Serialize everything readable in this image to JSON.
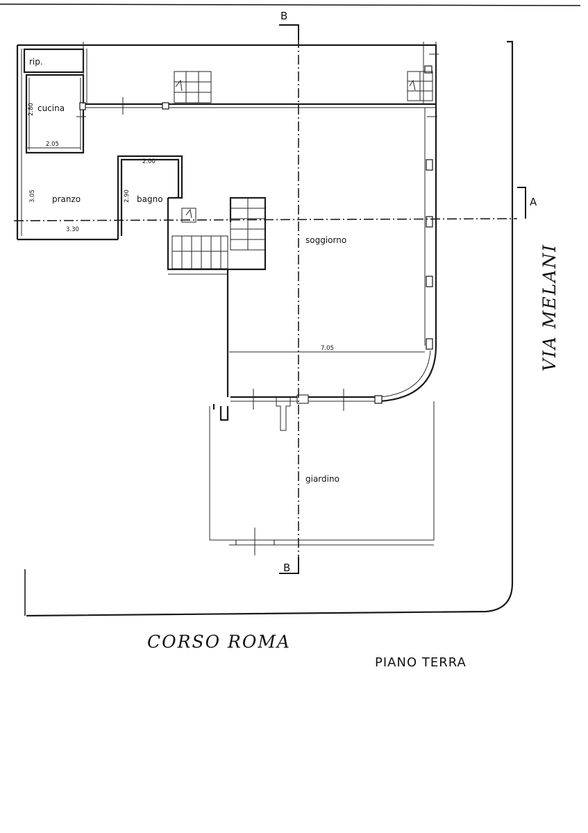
{
  "drawing": {
    "title": "PIANO TERRA",
    "streets": {
      "bottom": "CORSO ROMA",
      "right": "VIA MELANI"
    },
    "sections": {
      "a": "A",
      "b_top": "B",
      "b_bottom": "B"
    }
  },
  "rooms": {
    "rip": "rip.",
    "cucina": "cucina",
    "pranzo": "pranzo",
    "bagno": "bagno",
    "soggiorno": "soggiorno",
    "giardino": "giardino"
  },
  "dimensions": {
    "cucina_h": "2.80",
    "cucina_w": "2.05",
    "pranzo_h": "3.05",
    "pranzo_w": "3.30",
    "bagno_w": "2.00",
    "bagno_h": "2.90",
    "soggiorno_w": "7.05"
  }
}
